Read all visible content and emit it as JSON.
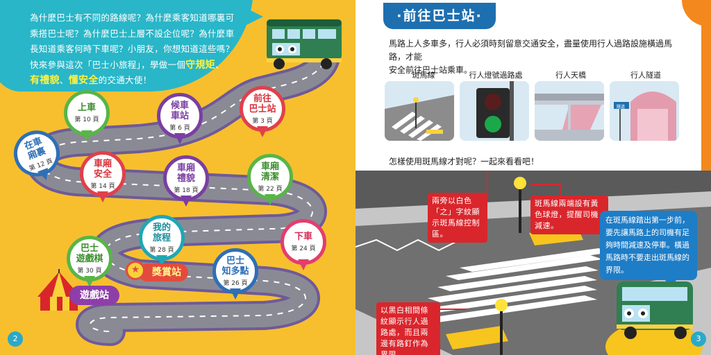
{
  "left_page": {
    "intro": {
      "line1": "為什麼巴士有不同的路線呢？為什麼乘客知道哪裏可",
      "line2": "乘搭巴士呢？為什麼巴士上層不設企位呢？為什麼車",
      "line3": "長知道乘客何時下車呢？小朋友，你想知道這些嗎？",
      "line4_a": "快來參與這次「巴士小旅程」，學做一個",
      "line4_hl": "守規矩",
      "line4_b": "、",
      "line5_hl1": "有禮貌",
      "line5_b": "、",
      "line5_hl2": "懂安全",
      "line5_c": "的交通大使！"
    },
    "pins": {
      "shangche": {
        "title": "上車",
        "page": "第 10 頁"
      },
      "houche": {
        "title1": "候車",
        "title2": "車站",
        "page": "第 6 頁"
      },
      "qianwang": {
        "title1": "前往",
        "title2": "巴士站",
        "page": "第 3 頁"
      },
      "zaichexiang": {
        "title1": "在車",
        "title2": "廂裏",
        "page": "第 12 頁"
      },
      "anquan": {
        "title1": "車廂",
        "title2": "安全",
        "page": "第 14 頁"
      },
      "limao": {
        "title1": "車廂",
        "title2": "禮貌",
        "page": "第 18 頁"
      },
      "qingjie": {
        "title1": "車廂",
        "title2": "清潔",
        "page": "第 22 頁"
      },
      "lvcheng": {
        "title1": "我的",
        "title2": "旅程",
        "page": "第 28 頁"
      },
      "xiache": {
        "title": "下車",
        "page": "第 24 頁"
      },
      "youxiqi": {
        "title1": "巴士",
        "title2": "遊戲棋",
        "page": "第 30 頁"
      },
      "zhiduodian": {
        "title1": "巴士",
        "title2": "知多點",
        "page": "第 26 頁"
      }
    },
    "award_station": "獎賞站",
    "game_station": "遊戲站",
    "page_number": "2"
  },
  "right_page": {
    "title": "·前往巴士站·",
    "body_line1": "馬路上人多車多，行人必須時刻留意交通安全，盡量使用行人過路設施橫過馬路，才能",
    "body_line2": "安全前往巴士站乘車。",
    "thumbs": [
      {
        "label": "斑馬線"
      },
      {
        "label": "行人燈號過路處"
      },
      {
        "label": "行人天橋"
      },
      {
        "label": "行人隧道"
      }
    ],
    "tunnel_sign": "隧道",
    "question": "怎樣使用斑馬線才對呢？一起來看看吧！",
    "notes": {
      "zebra_text": "兩旁以白色「之」字紋顯示斑馬線控制區。",
      "lights": "斑馬線兩端設有黃色球燈，提醒司機減速。",
      "stripes": "以黑白相間條紋顯示行人過路處，而且兩邊有路釘作為界限。"
    },
    "tip": "在斑馬線踏出第一步前，要先讓馬路上的司機有足夠時間減速及停車。橫過馬路時不要走出斑馬線的界限。",
    "page_number": "3"
  },
  "colors": {
    "left_bg": "#f7bf2e",
    "intro_bubble": "#29b6c8",
    "title_tab": "#1e6fb0",
    "note_red": "#d9262c",
    "tip_blue": "#1e7dc7",
    "orange_edge": "#f3891e"
  }
}
